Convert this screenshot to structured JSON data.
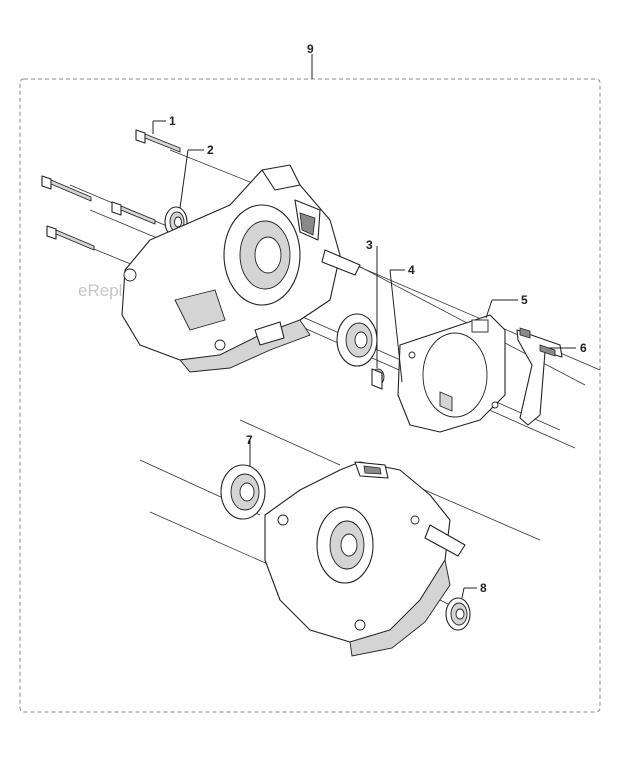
{
  "diagram": {
    "watermark": "eReplacementParts.com",
    "callouts": [
      {
        "id": "1",
        "label": "1"
      },
      {
        "id": "2",
        "label": "2"
      },
      {
        "id": "3",
        "label": "3"
      },
      {
        "id": "4",
        "label": "4"
      },
      {
        "id": "5",
        "label": "5"
      },
      {
        "id": "6",
        "label": "6"
      },
      {
        "id": "7",
        "label": "7"
      },
      {
        "id": "8",
        "label": "8"
      },
      {
        "id": "9",
        "label": "9"
      }
    ]
  }
}
